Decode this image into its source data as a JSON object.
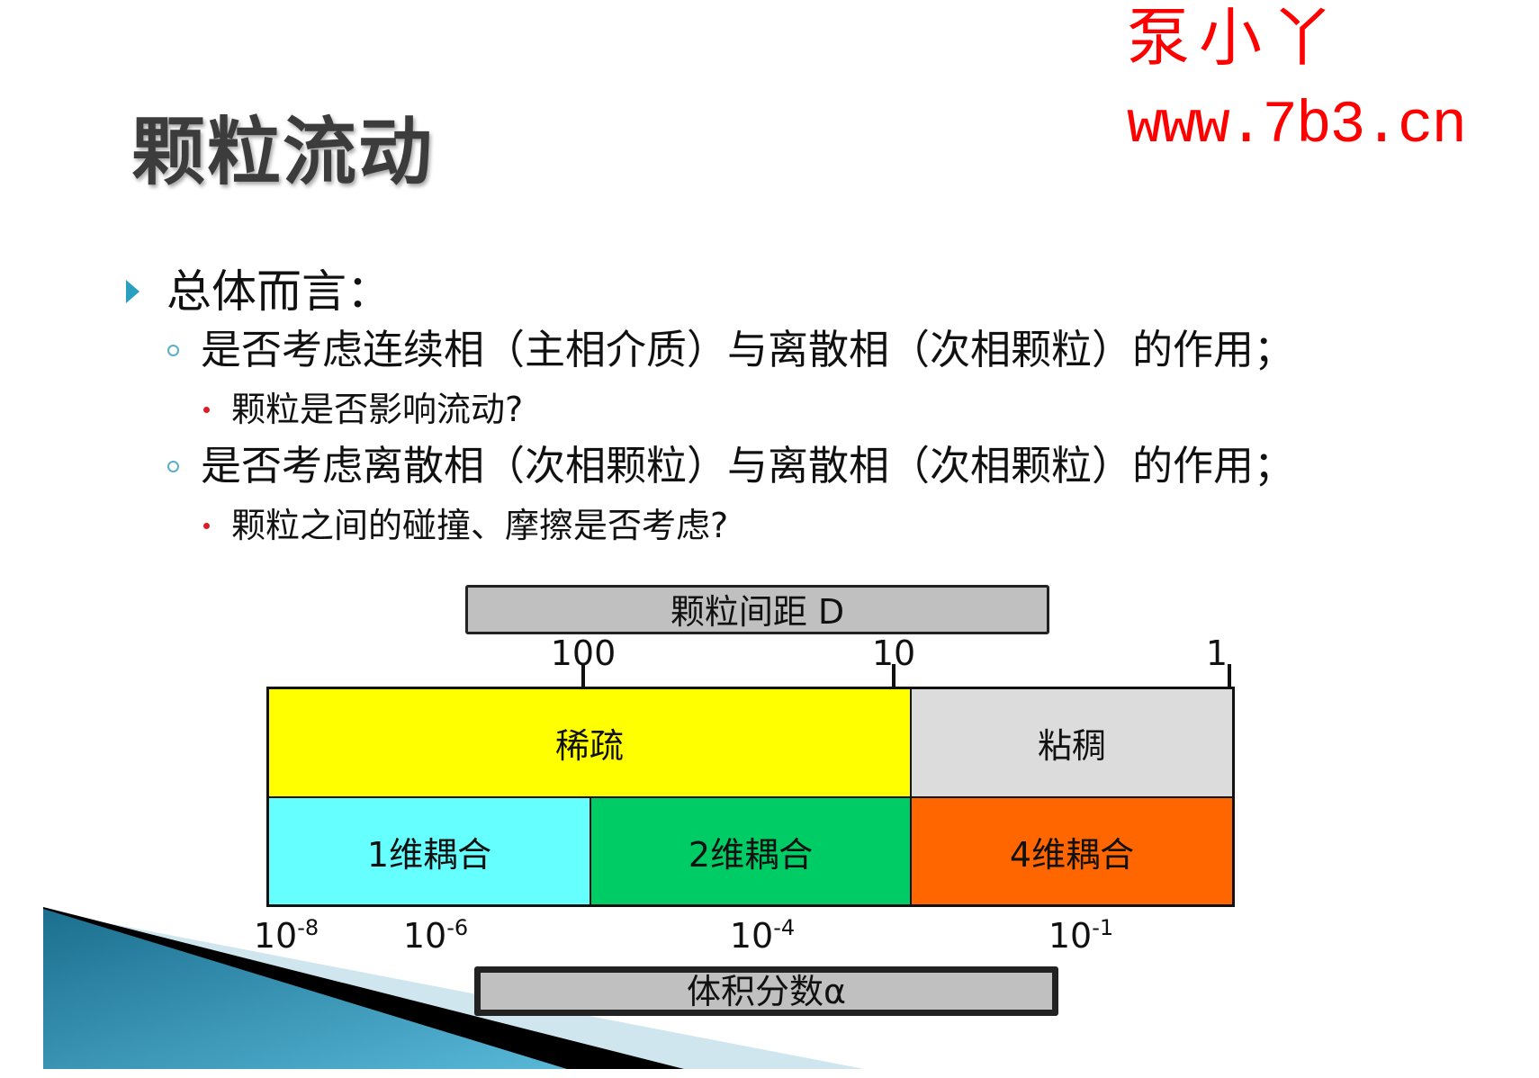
{
  "watermark": {
    "name": "泵小丫",
    "url": "www.7b3.cn",
    "color": "#ff0000"
  },
  "slide": {
    "title": "颗粒流动",
    "bullets": [
      {
        "level": 1,
        "icon": "triangle-bullet-icon",
        "text": "总体而言："
      },
      {
        "level": 2,
        "icon": "circle-bullet-icon",
        "text": "是否考虑连续相（主相介质）与离散相（次相颗粒）的作用；"
      },
      {
        "level": 3,
        "icon": "dot-bullet-icon",
        "text": "颗粒是否影响流动?"
      },
      {
        "level": 2,
        "icon": "circle-bullet-icon",
        "text": "是否考虑离散相（次相颗粒）与离散相（次相颗粒）的作用；"
      },
      {
        "level": 3,
        "icon": "dot-bullet-icon",
        "text": "颗粒之间的碰撞、摩擦是否考虑?"
      }
    ]
  },
  "diagram": {
    "top_axis_title": "颗粒间距 D",
    "top_ticks": [
      {
        "label": "100"
      },
      {
        "label": "10"
      },
      {
        "label": "1"
      }
    ],
    "regimes_top": [
      {
        "label": "稀疏",
        "color": "#ffff00"
      },
      {
        "label": "粘稠",
        "color": "#dcdcdc"
      }
    ],
    "regimes_bottom": [
      {
        "label": "1维耦合",
        "color": "#66ffff"
      },
      {
        "label": "2维耦合",
        "color": "#00cc66"
      },
      {
        "label": "4维耦合",
        "color": "#ff6600"
      }
    ],
    "bottom_ticks": [
      {
        "base": "10",
        "exp": "-8"
      },
      {
        "base": "10",
        "exp": "-6"
      },
      {
        "base": "10",
        "exp": "-4"
      },
      {
        "base": "10",
        "exp": "-1"
      }
    ],
    "bottom_axis_title": "体积分数α"
  }
}
